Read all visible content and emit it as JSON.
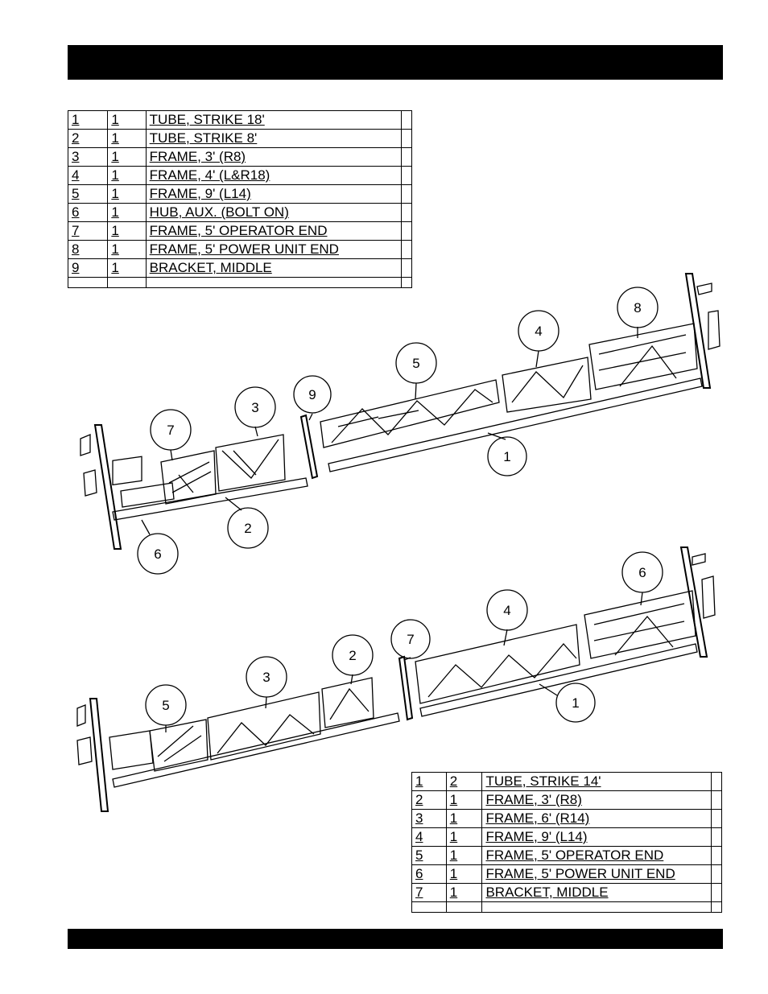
{
  "table1": {
    "rows": [
      {
        "item": "1",
        "qty": "1",
        "desc": "TUBE, STRIKE 18'"
      },
      {
        "item": "2",
        "qty": "1",
        "desc": "TUBE, STRIKE 8'"
      },
      {
        "item": "3",
        "qty": "1",
        "desc": "FRAME, 3' (R8)"
      },
      {
        "item": "4",
        "qty": "1",
        "desc": "FRAME, 4' (L&R18)"
      },
      {
        "item": "5",
        "qty": "1",
        "desc": "FRAME, 9' (L14)"
      },
      {
        "item": "6",
        "qty": "1",
        "desc": "HUB, AUX. (BOLT ON)"
      },
      {
        "item": "7",
        "qty": "1",
        "desc": "FRAME, 5' OPERATOR END"
      },
      {
        "item": "8",
        "qty": "1",
        "desc": "FRAME, 5' POWER UNIT END"
      },
      {
        "item": "9",
        "qty": "1",
        "desc": "BRACKET, MIDDLE"
      }
    ]
  },
  "table2": {
    "rows": [
      {
        "item": "1",
        "qty": "2",
        "desc": "TUBE, STRIKE 14'"
      },
      {
        "item": "2",
        "qty": "1",
        "desc": "FRAME, 3' (R8)"
      },
      {
        "item": "3",
        "qty": "1",
        "desc": "FRAME, 6' (R14)"
      },
      {
        "item": "4",
        "qty": "1",
        "desc": "FRAME, 9' (L14)"
      },
      {
        "item": "5",
        "qty": "1",
        "desc": "FRAME, 5' OPERATOR END"
      },
      {
        "item": "6",
        "qty": "1",
        "desc": "FRAME, 5' POWER UNIT END"
      },
      {
        "item": "7",
        "qty": "1",
        "desc": "BRACKET, MIDDLE"
      }
    ]
  },
  "diagram1": {
    "callouts": [
      "7",
      "3",
      "9",
      "5",
      "4",
      "8",
      "1",
      "2",
      "6"
    ]
  },
  "diagram2": {
    "callouts": [
      "5",
      "3",
      "2",
      "7",
      "4",
      "6",
      "1"
    ]
  }
}
